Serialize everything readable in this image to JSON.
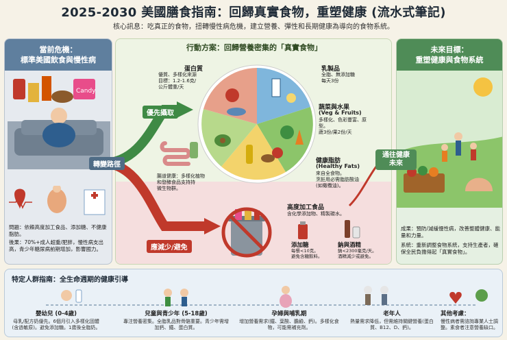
{
  "header": {
    "title": "2025-2030 美國膳食指南：回歸真實食物，重塑健康 (流水式筆記)",
    "subtitle": "核心訊息：吃真正的食物，扭轉慢性病危機，建立營養、彈性和長期健康為導向的食物系統。"
  },
  "left": {
    "title_line1": "當前危機：",
    "title_line2": "標準美國飲食與慢性病",
    "junk_label": "Candy",
    "problem_text": "問題：依賴高度加工食品、添加糖、不健康脂肪。",
    "result_text": "後果：70%+成人超重/肥胖，慢性病支出高，青少年糖尿病前期增加，影響國力。"
  },
  "middle": {
    "title": "行動方案：回歸營養密集的「真實食物」",
    "priority_label": "優先攝取",
    "reduce_label": "應減少/避免",
    "turn_label": "轉變路徑",
    "protein": {
      "title": "蛋白質",
      "desc": "優質、多樣化來源\n目標：1.2-1.6克/公斤體重/天"
    },
    "dairy": {
      "title": "乳製品",
      "desc": "全脂、無添加糖\n每天3份"
    },
    "veg": {
      "title": "蔬菜與水果",
      "title_en": "(Veg & Fruits)",
      "desc": "多樣化、色彩豐富、原型。\n蔬3份/果2份/天"
    },
    "fats": {
      "title": "健康脂肪",
      "title_en": "(Healthy Fats)",
      "desc": "來自全食物。\n烹飪用必需脂肪酸油\n(如橄欖油)。"
    },
    "gut": {
      "desc": "腸道健康：多樣化植物\n和發酵食品支持持\n微生物群。"
    },
    "processed": {
      "title": "高度加工食品",
      "desc": "含化學添加物、精製碳水。"
    },
    "sugar": {
      "title": "添加糖",
      "desc": "每餐<10克。\n避免含糖飲料。"
    },
    "sodium": {
      "title": "鈉與酒精",
      "desc": "鈉<2300毫克/天。\n酒精減少或避免。"
    }
  },
  "right": {
    "title_line1": "未來目標：",
    "title_line2": "重塑健康與食物系統",
    "gate_label": "通往健康\n未來",
    "outcome_text": "成果：預防/減緩慢性病，改善整體健康、能量和力量。",
    "system_text": "系統：重新調整食物系統，支持生產者，確保全民負擔得起「真實食物」。"
  },
  "bottom": {
    "title": "特定人群指南：全生命週期的健康引導",
    "groups": [
      {
        "title": "嬰幼兒 (0-4歲)",
        "desc": "母乳/配方奶優先。6個月引入多樣化固體(含過敏原)。避免添加糖。1歲後全脂奶。"
      },
      {
        "title": "兒童與青少年 (5-18歲)",
        "desc": "專注營養密集。全脂乳品對骨骼重要。青少年需增加鈣、鐵、蛋白質。"
      },
      {
        "title": "孕婦與哺乳期",
        "desc": "增加營養需求(鐵、葉酸、膽鹼、鈣)。多樣化食物，可能需補充劑。"
      },
      {
        "title": "老年人",
        "desc": "熱量需求降低，但需維持關鍵營養(蛋白質、B12、D、鈣)。"
      },
      {
        "title": "其他考慮：",
        "desc": "慢性病者需諮詢專業人士調整。素食者注意營養缺口。"
      }
    ]
  },
  "colors": {
    "crisis": "#5f7f9e",
    "goal": "#4f8c57",
    "priority_arrow": "#3f8a45",
    "reduce_arrow": "#c0392b"
  }
}
